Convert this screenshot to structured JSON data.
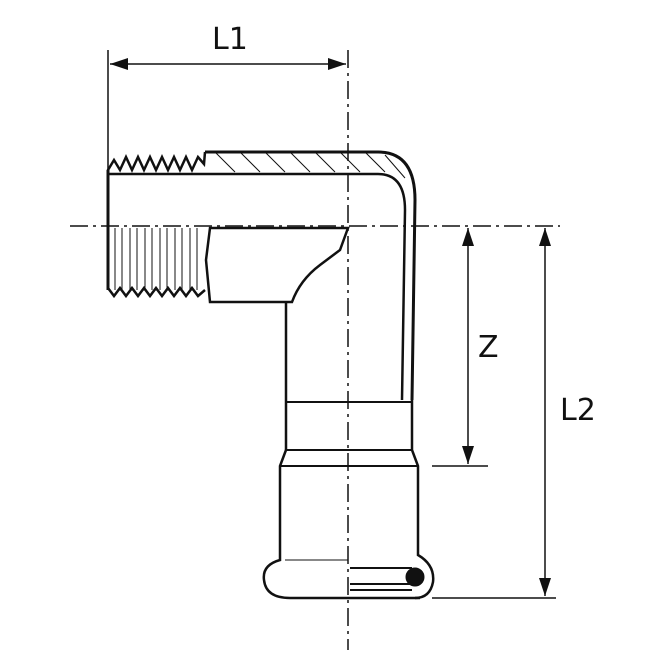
{
  "drawing": {
    "dimensions": {
      "l1": "L1",
      "l2": "L2",
      "z": "Z"
    },
    "line_color": "#111111"
  }
}
